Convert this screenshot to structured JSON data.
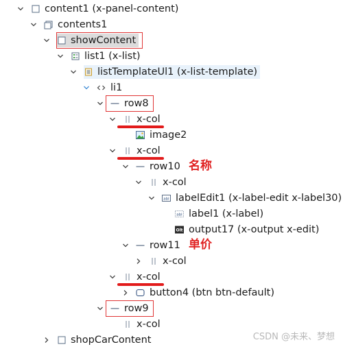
{
  "tree": {
    "content1": "content1 (x-panel-content)",
    "contents1": "contents1",
    "showContent": "showContent",
    "list1": "list1 (x-list)",
    "listTemplateUl1": "listTemplateUl1 (x-list-template)",
    "li1": "li1",
    "row8": "row8",
    "xcol_a": "x-col",
    "image2": "image2",
    "xcol_b": "x-col",
    "row10": "row10",
    "xcol_c": "x-col",
    "labelEdit1": "labelEdit1 (x-label-edit x-label30)",
    "label1": "label1 (x-label)",
    "output17": "output17 (x-output x-edit)",
    "row11": "row11",
    "xcol_d": "x-col",
    "xcol_e": "x-col",
    "button4": "button4 (btn btn-default)",
    "row9": "row9",
    "xcol_f": "x-col",
    "shopCarContent": "shopCarContent"
  },
  "annotations": {
    "name": "名称",
    "price": "单价"
  },
  "watermark": "CSDN @未来、梦想",
  "colors": {
    "annotation_red": "#e02222",
    "selection_gray": "#dcdcdc",
    "highlight_blue": "#e8f2fb"
  }
}
